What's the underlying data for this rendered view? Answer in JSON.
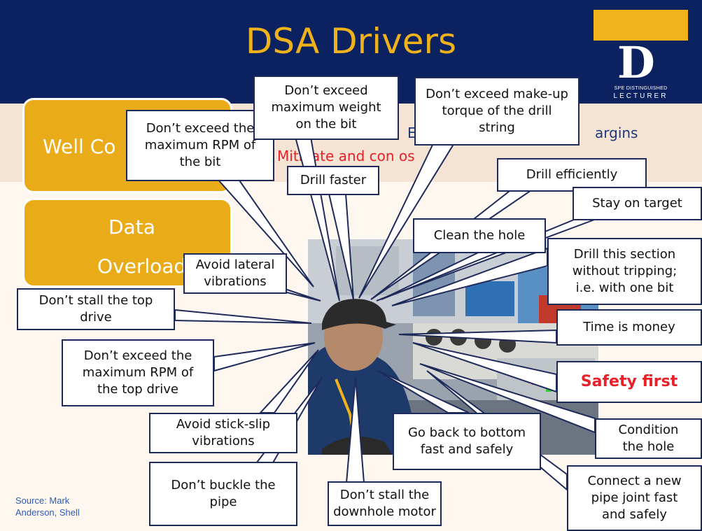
{
  "slide": {
    "title": "DSA Drivers",
    "logo": {
      "small_text": "SPE DISTINGUISHED",
      "big_text": "LECTURER"
    },
    "gold_boxes": {
      "well": "Well Co",
      "data_line1": "Data",
      "data_line2": "Overload"
    },
    "background_text": {
      "partial1": "E",
      "partial2": "argins",
      "partial3": "Mitigate    and con      os"
    },
    "source": "Source: Mark\nAnderson, Shell"
  },
  "callouts": [
    {
      "id": "exceed-rpm-bit",
      "text": "Don’t exceed the\nmaximum RPM of\nthe bit"
    },
    {
      "id": "exceed-weight",
      "text": "Don’t exceed\nmaximum weight\non the bit"
    },
    {
      "id": "exceed-torque",
      "text": "Don’t exceed make-up\ntorque of the drill\nstring"
    },
    {
      "id": "drill-faster",
      "text": "Drill faster"
    },
    {
      "id": "drill-efficiently",
      "text": "Drill efficiently"
    },
    {
      "id": "stay-on-target",
      "text": "Stay on target"
    },
    {
      "id": "clean-hole",
      "text": "Clean the hole"
    },
    {
      "id": "drill-section",
      "text": "Drill this section\nwithout tripping;\ni.e. with one bit"
    },
    {
      "id": "avoid-lateral",
      "text": "Avoid lateral\nvibrations"
    },
    {
      "id": "stall-top-drive",
      "text": "Don’t stall the top\ndrive"
    },
    {
      "id": "time-money",
      "text": "Time is money"
    },
    {
      "id": "exceed-rpm-top",
      "text": "Don’t exceed the\nmaximum RPM of\nthe top drive"
    },
    {
      "id": "safety-first",
      "text": "Safety first"
    },
    {
      "id": "stick-slip",
      "text": "Avoid stick-slip\nvibrations"
    },
    {
      "id": "back-to-bottom",
      "text": "Go back to bottom\nfast and safely"
    },
    {
      "id": "condition-hole",
      "text": "Condition\nthe hole"
    },
    {
      "id": "buckle-pipe",
      "text": "Don’t buckle the\npipe"
    },
    {
      "id": "stall-motor",
      "text": "Don’t stall the\ndownhole motor"
    },
    {
      "id": "new-pipe-joint",
      "text": "Connect a new\npipe joint fast\nand safely"
    }
  ],
  "colors": {
    "header": "#0b2160",
    "title": "#f0b21a",
    "gold": "#e9ac18",
    "safety": "#e8202a"
  }
}
